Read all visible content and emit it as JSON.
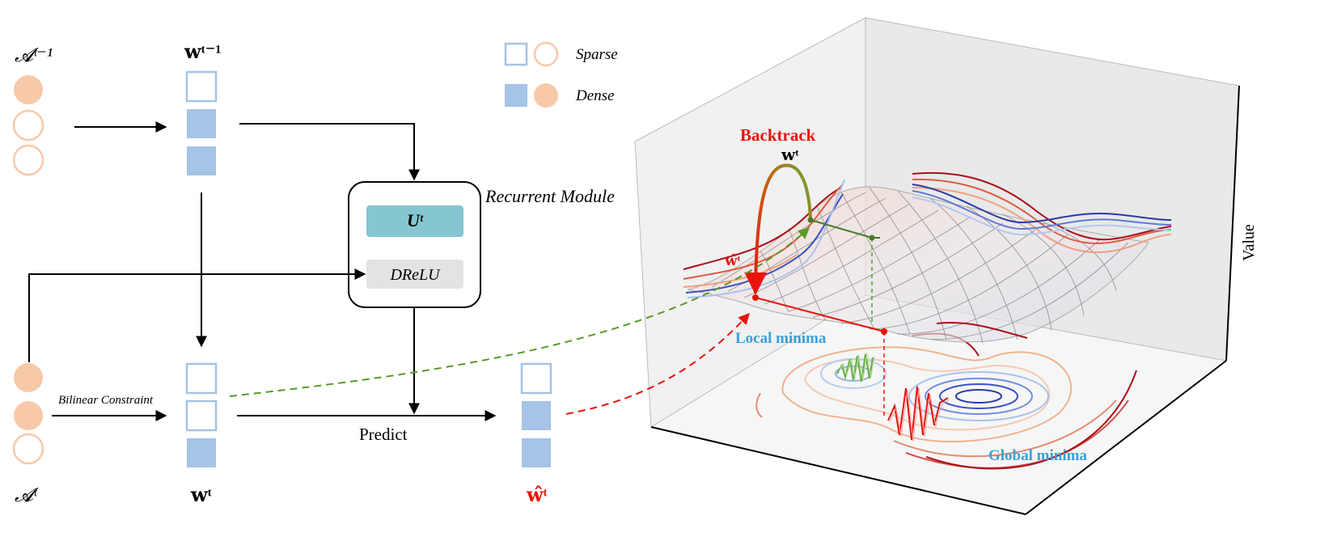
{
  "left": {
    "a_prev": "𝓐ᵗ⁻¹",
    "w_prev": "𝐰ᵗ⁻¹",
    "a_curr": "𝓐ᵗ",
    "w_curr": "𝐰ᵗ",
    "w_hat": "𝐰̂ᵗ",
    "bilinear": "Bilinear Constraint",
    "predict": "Predict",
    "module_title": "Recurrent Module",
    "u_label": "Uᵗ",
    "drelu_label": "DReLU"
  },
  "legend": {
    "sparse": "Sparse",
    "dense": "Dense"
  },
  "surface": {
    "backtrack": "Backtrack",
    "w_t": "𝐰ᵗ",
    "w_hat_t": "𝐰̂ᵗ",
    "local_minima": "Local minima",
    "global_minima": "Global minima",
    "axis_value": "Value"
  },
  "colors": {
    "node_peach": "#f7c9a8",
    "square_blue": "#a5c4e6",
    "u_teal": "#85c6d0",
    "drelu_gray": "#e3e3e3",
    "red": "#e8140e",
    "green": "#5a9a2a",
    "minima_blue": "#3aa0d8"
  }
}
